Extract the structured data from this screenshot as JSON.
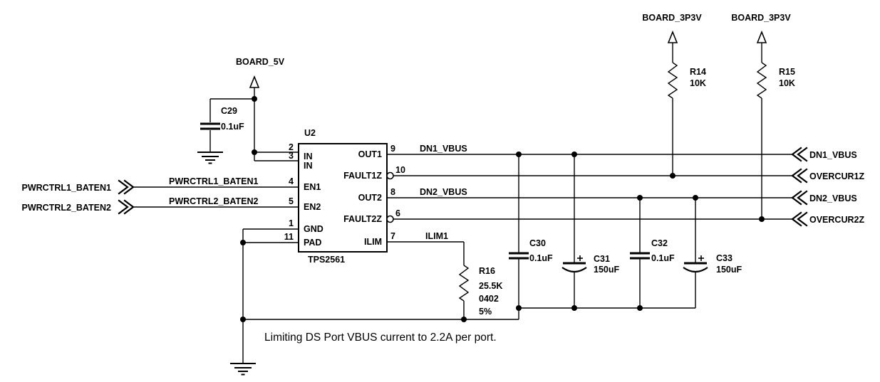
{
  "note": "Limiting DS Port VBUS current to 2.2A per port.",
  "power": {
    "board_5v": "BOARD_5V",
    "board_3p3v_1": "BOARD_3P3V",
    "board_3p3v_2": "BOARD_3P3V"
  },
  "ic": {
    "ref": "U2",
    "part": "TPS2561",
    "left_pins": [
      {
        "num": "2",
        "name": "IN"
      },
      {
        "num": "3",
        "name": "IN"
      },
      {
        "num": "4",
        "name": "EN1"
      },
      {
        "num": "5",
        "name": "EN2"
      },
      {
        "num": "1",
        "name": "GND"
      },
      {
        "num": "11",
        "name": "PAD"
      }
    ],
    "right_pins": [
      {
        "num": "9",
        "name": "OUT1"
      },
      {
        "num": "10",
        "name": "FAULT1Z"
      },
      {
        "num": "8",
        "name": "OUT2"
      },
      {
        "num": "6",
        "name": "FAULT2Z"
      },
      {
        "num": "7",
        "name": "ILIM"
      }
    ]
  },
  "resistors": {
    "r14": {
      "ref": "R14",
      "value": "10K"
    },
    "r15": {
      "ref": "R15",
      "value": "10K"
    },
    "r16": {
      "ref": "R16",
      "value": "25.5K",
      "footprint": "0402",
      "tolerance": "5%"
    }
  },
  "capacitors": {
    "c29": {
      "ref": "C29",
      "value": "0.1uF"
    },
    "c30": {
      "ref": "C30",
      "value": "0.1uF"
    },
    "c31": {
      "ref": "C31",
      "value": "150uF"
    },
    "c32": {
      "ref": "C32",
      "value": "0.1uF"
    },
    "c33": {
      "ref": "C33",
      "value": "150uF"
    }
  },
  "inputs": {
    "in1": "PWRCTRL1_BATEN1",
    "in2": "PWRCTRL2_BATEN2"
  },
  "outputs": {
    "out1": "DN1_VBUS",
    "out2": "OVERCUR1Z",
    "out3": "DN2_VBUS",
    "out4": "OVERCUR2Z"
  },
  "net_labels": {
    "en1": "PWRCTRL1_BATEN1",
    "en2": "PWRCTRL2_BATEN2",
    "vbus1": "DN1_VBUS",
    "vbus2": "DN2_VBUS",
    "ilim": "ILIM1"
  }
}
